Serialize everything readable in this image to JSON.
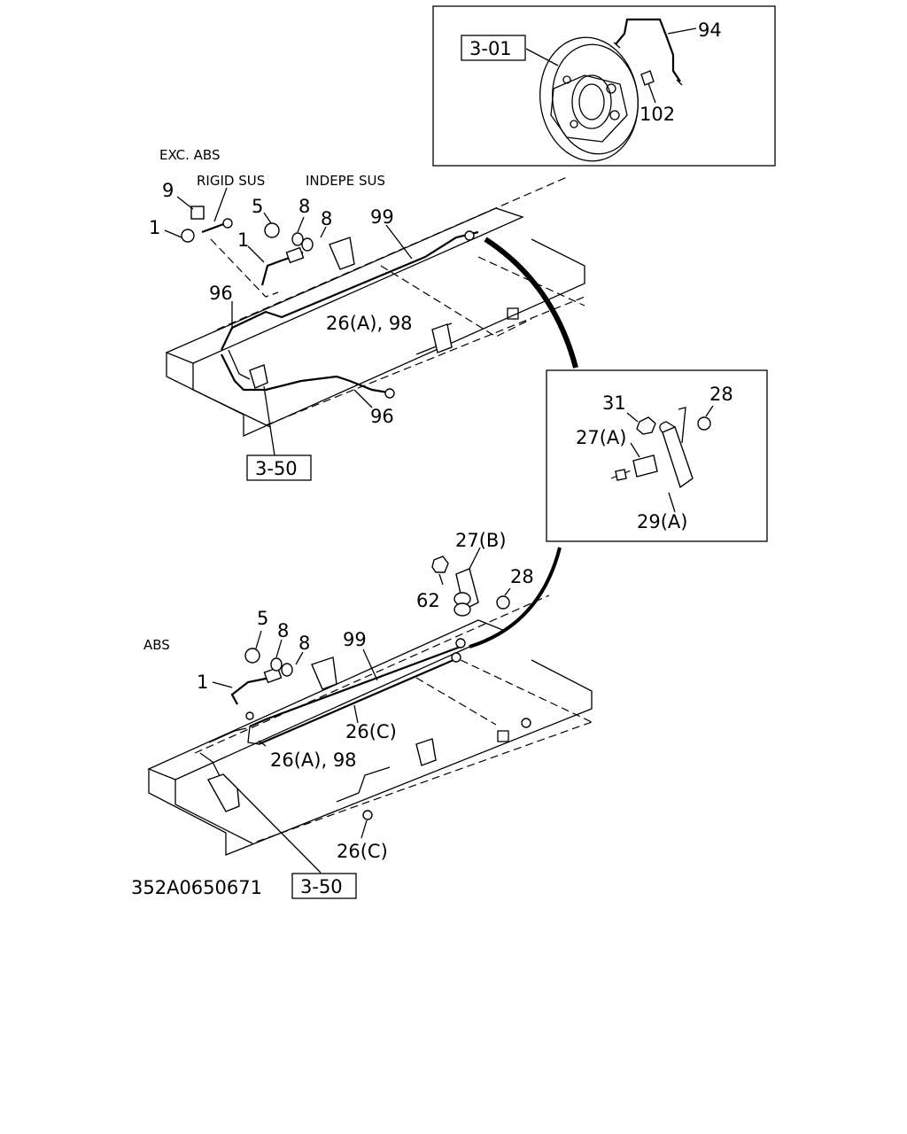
{
  "diagram": {
    "drawing_number": "352A0650671",
    "section_labels": {
      "exc_abs": "EXC. ABS",
      "rigid_sus": "RIGID SUS",
      "indepe_sus": "INDEPE SUS",
      "abs": "ABS"
    },
    "reference_boxes": {
      "brake_backing": "3-01",
      "upper_frame_ref": "3-50",
      "lower_frame_ref": "3-50"
    },
    "inset_top": {
      "callouts": [
        "94",
        "102"
      ]
    },
    "inset_clip": {
      "callouts": [
        "31",
        "28",
        "27(A)",
        "29(A)"
      ]
    },
    "upper_assembly": {
      "callouts": [
        "9",
        "1",
        "5",
        "8",
        "8",
        "1",
        "99",
        "96",
        "26(A), 98",
        "96"
      ]
    },
    "lower_assembly": {
      "callouts": [
        "27(B)",
        "62",
        "28",
        "5",
        "8",
        "8",
        "99",
        "1",
        "26(C)",
        "26(A), 98",
        "26(C)"
      ]
    }
  }
}
